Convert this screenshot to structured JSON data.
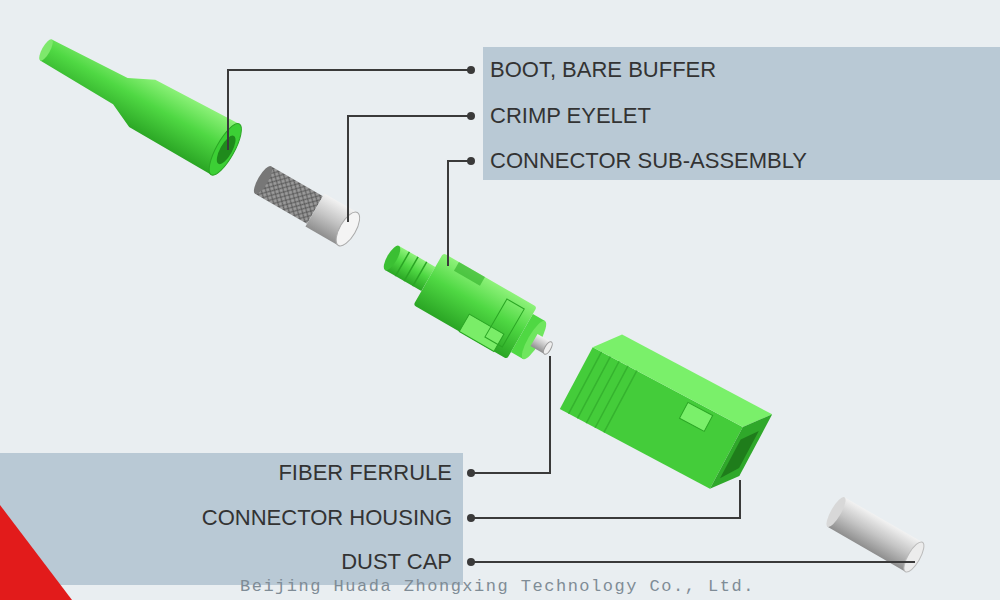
{
  "diagram": {
    "nodes": [
      {
        "text": [
          "BOOT, BARE BUFFER",
          "CRIMP EYELET",
          "CONNECTOR SUB-ASSEMBLY"
        ]
      },
      {
        "text": [
          "FIBER FERRULE",
          "CONNECTOR HOUSING",
          "DUST CAP"
        ]
      }
    ],
    "labels": [
      "Beijing Huada Zhongxing Technology Co., Ltd."
    ]
  }
}
